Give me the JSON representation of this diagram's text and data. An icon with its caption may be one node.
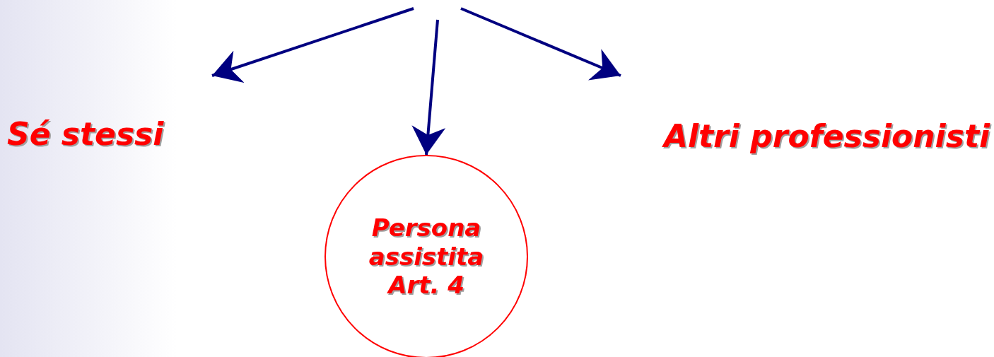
{
  "diagram": {
    "nodes": [
      {
        "text": [
          "Sé stessi"
        ]
      },
      {
        "text": [
          "Altri professionisti"
        ]
      },
      {
        "text": [
          "Persona assistita Art. 4"
        ]
      }
    ],
    "edges": [
      {
        "from": null,
        "to": 0,
        "arrow": "to"
      },
      {
        "from": null,
        "to": 2,
        "arrow": "to"
      },
      {
        "from": null,
        "to": 1,
        "arrow": "to"
      }
    ]
  }
}
